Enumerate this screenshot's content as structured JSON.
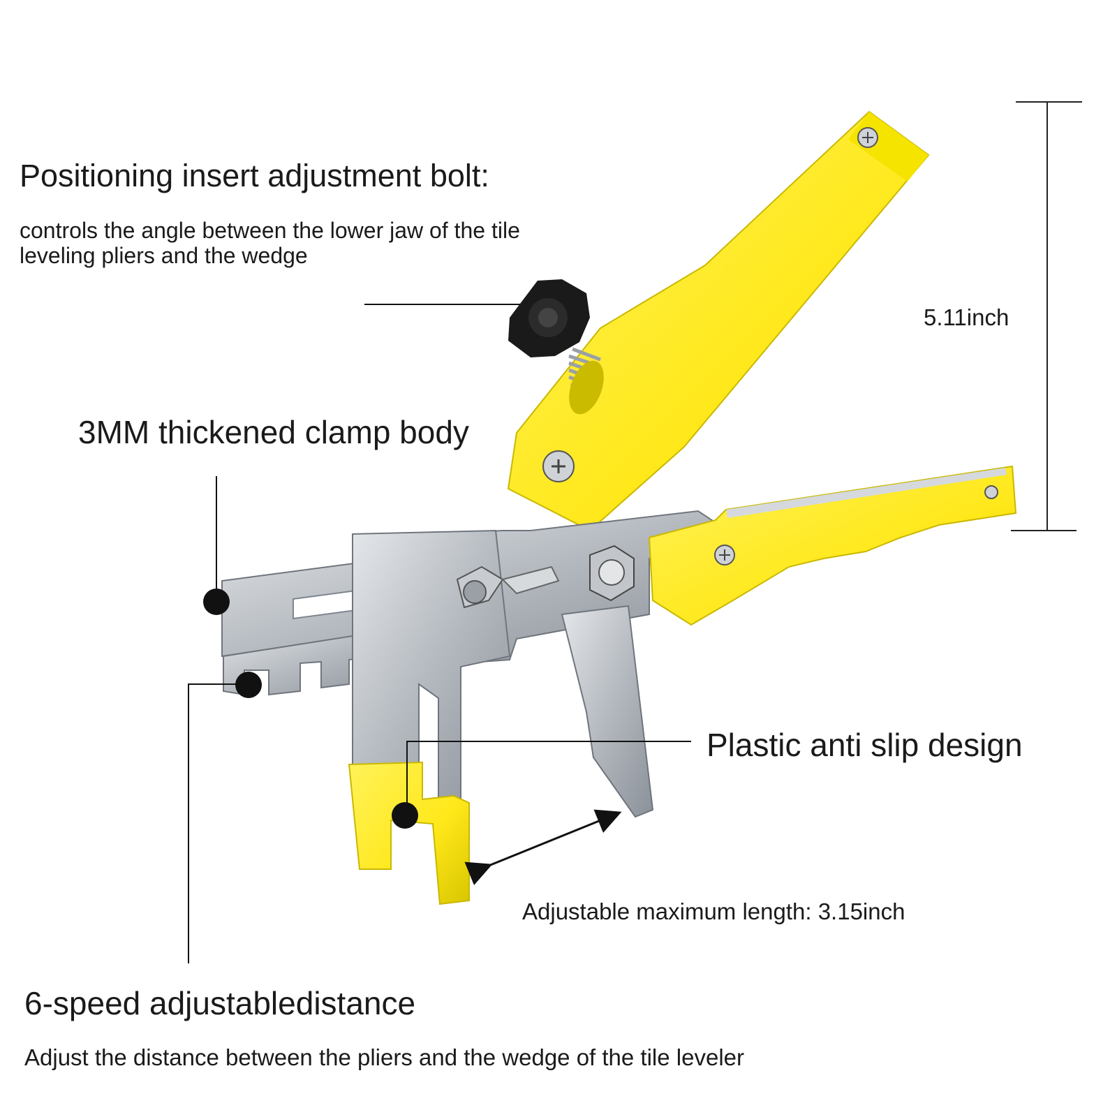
{
  "annotations": {
    "adjust_bolt": {
      "title": "Positioning insert adjustment bolt:",
      "description": "controls the angle between the lower jaw of the tile leveling pliers and the wedge"
    },
    "clamp_body": {
      "title": "3MM thickened clamp body"
    },
    "anti_slip": {
      "title": "Plastic anti slip design"
    },
    "six_speed": {
      "title": "6-speed adjustabledistance",
      "description": "Adjust the distance between the pliers and the wedge of the tile leveler"
    },
    "height": {
      "value": "5.11inch"
    },
    "max_length": {
      "value": "Adjustable maximum length: 3.15inch"
    }
  },
  "colors": {
    "handle_yellow": "#ffeb1f",
    "handle_shade": "#d8c800",
    "metal": "#b7bcc2",
    "metal_dark": "#7e858d",
    "knob": "#1a1a1a",
    "marker": "#111111"
  },
  "icons": [
    "pliers-illustration",
    "adjustment-knob-icon",
    "marker-dot-icon",
    "double-arrow-icon"
  ]
}
